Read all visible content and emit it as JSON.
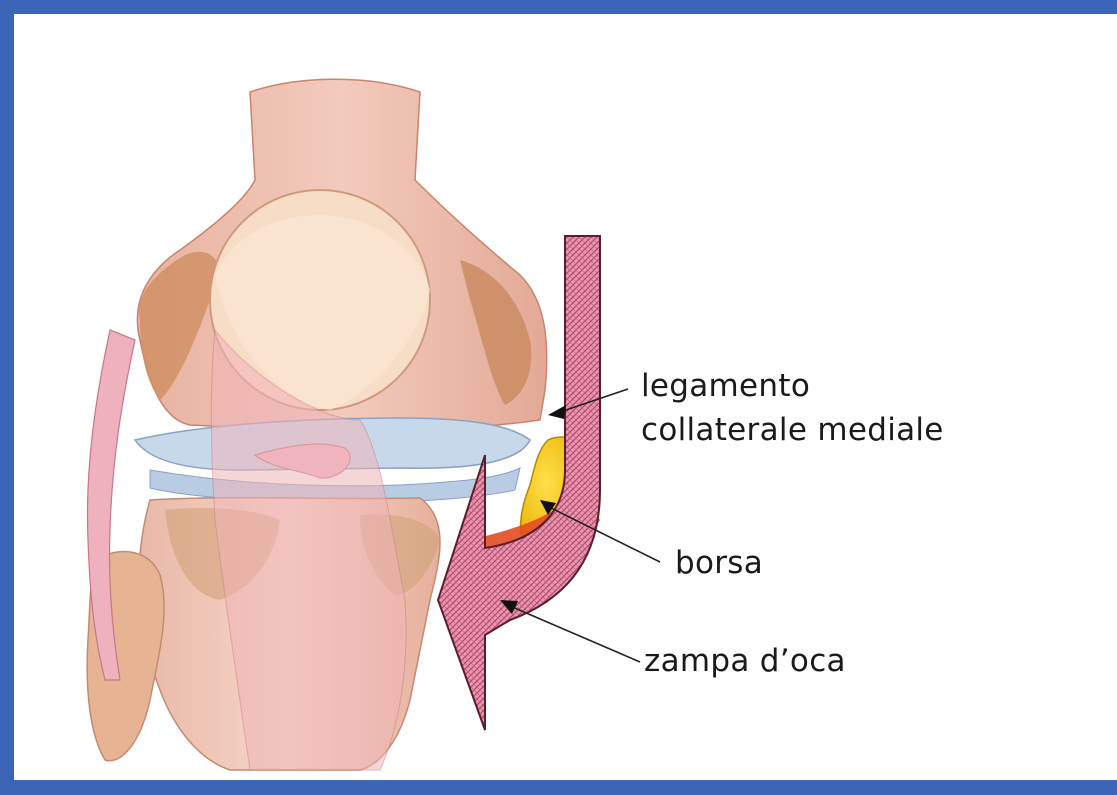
{
  "labels": {
    "mcl_line1": "legamento",
    "mcl_line2": "collaterale mediale",
    "bursa": "borsa",
    "pes_anserinus": "zampa d’oca"
  },
  "colors": {
    "frame": "#3b66b8",
    "tendon_fill": "#e88aa8",
    "tendon_outline": "#7a2a3a",
    "bursa_fill": "#f5c400",
    "inflammation": "#e33a1f",
    "bone": "#f2c9a8",
    "meniscus": "#c9d9ea"
  }
}
